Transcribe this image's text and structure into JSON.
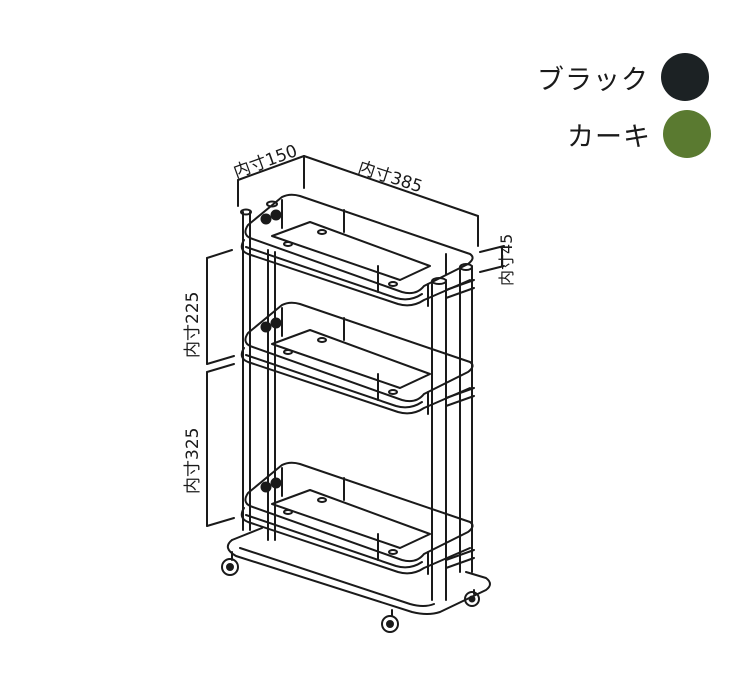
{
  "legend": {
    "items": [
      {
        "label": "ブラック",
        "color": "#1c2224",
        "icon": "color-swatch-black"
      },
      {
        "label": "カーキ",
        "color": "#5a7a30",
        "icon": "color-swatch-khaki"
      }
    ]
  },
  "dimensions": {
    "depth": "内寸150",
    "width": "内寸385",
    "rim_height": "内寸45",
    "upper_gap": "内寸225",
    "lower_gap": "内寸325"
  },
  "product": {
    "name": "3-tier kitchen cart",
    "tiers": 3,
    "casters": 4
  }
}
